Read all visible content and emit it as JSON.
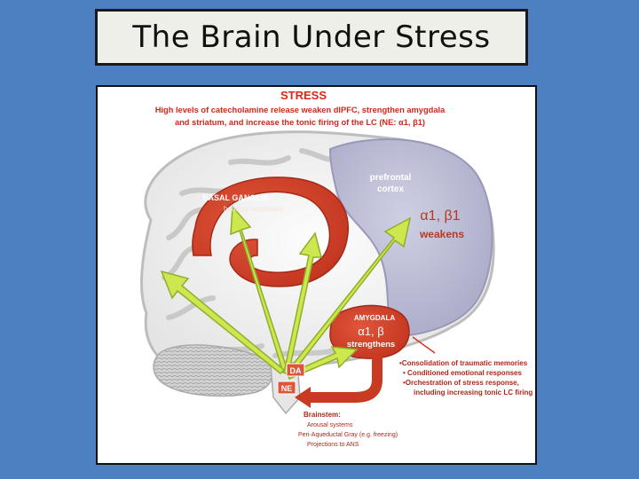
{
  "slide": {
    "title": "The Brain Under Stress"
  },
  "diagram": {
    "heading": "STRESS",
    "subtitle_line1": "High levels of catecholamine release weaken dlPFC, strengthen amygdala",
    "subtitle_line2": "and striatum, and increase the tonic firing of the LC (NE: α1, β1)",
    "basal_ganglia": {
      "name": "BASAL GANGLIA",
      "description": "habitual responses"
    },
    "prefrontal": {
      "name_line1": "prefrontal",
      "name_line2": "cortex",
      "receptor": "α1, β1",
      "effect": "weakens"
    },
    "amygdala": {
      "name": "AMYGDALA",
      "receptor": "α1, β",
      "effect": "strengthens"
    },
    "da_label": "DA",
    "ne_label": "NE",
    "amygdala_notes": [
      "•Consolidation of traumatic memories",
      "• Conditioned emotional responses",
      "•Orchestration of stress response,",
      "including increasing tonic LC firing"
    ],
    "brainstem": {
      "name": "Brainstem:",
      "items": [
        "Arousal systems",
        "Peri-Aqueductal Gray (e.g. freezing)",
        "Projections to ANS"
      ]
    },
    "colors": {
      "background": "#4d80c0",
      "red_region": "#d64227",
      "prefrontal_region": "#b9b8d2",
      "arrow_fill": "#cde84e",
      "arrow_stroke": "#8fae2c",
      "heading_red": "#e02517"
    }
  }
}
